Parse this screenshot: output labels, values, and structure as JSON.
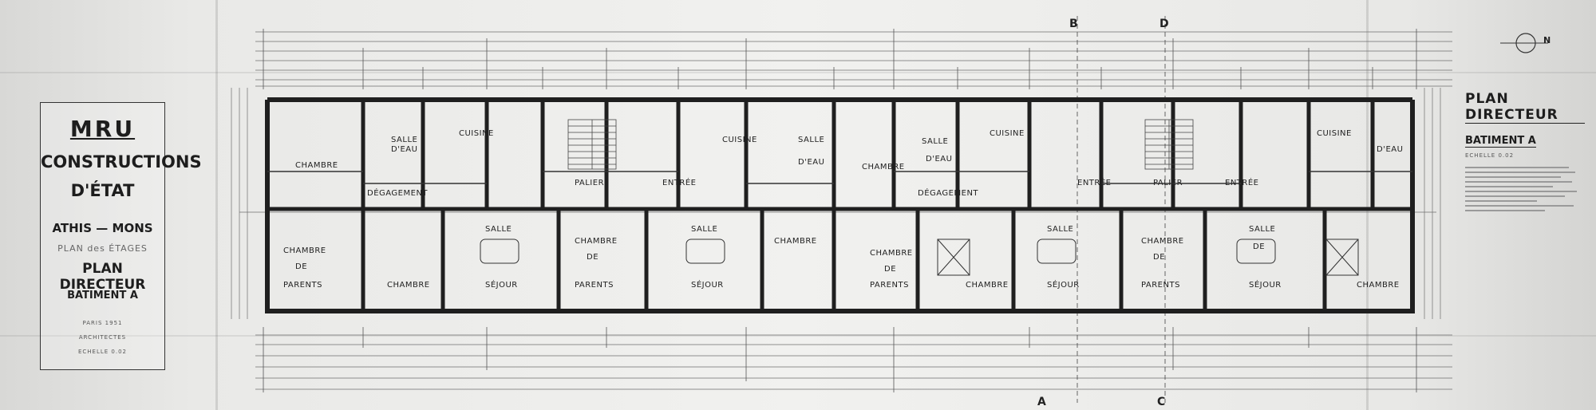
{
  "cartouche": {
    "title": "MRU",
    "line1": "CONSTRUCTIONS",
    "line2": "D'ÉTAT",
    "site": "ATHIS — MONS",
    "subtitle": "PLAN des ÉTAGES",
    "plan": "PLAN DIRECTEUR",
    "batiment": "BATIMENT A",
    "location": "PARIS 1951",
    "architects_line": "ARCHITECTES",
    "scale": "ECHELLE 0.02"
  },
  "title_block": {
    "title": "PLAN DIRECTEUR",
    "batiment": "BATIMENT A",
    "scale": "ECHELLE 0.02"
  },
  "axes": {
    "top": [
      "B",
      "D"
    ],
    "bottom": [
      "A",
      "C"
    ],
    "north": "N"
  },
  "rooms": {
    "chambre": "CHAMBRE",
    "salle": "SALLE",
    "deau": "D'EAU",
    "cuisine": "CUISINE",
    "degagement": "DÉGAGEMENT",
    "palier": "PALIER",
    "entree": "ENTRÉE",
    "de": "DE",
    "parents": "PARENTS",
    "sejour": "SÉJOUR"
  },
  "colors": {
    "ink": "#1f1f1f",
    "dim": "#6e6e6e",
    "paper": "#eeeeec"
  }
}
